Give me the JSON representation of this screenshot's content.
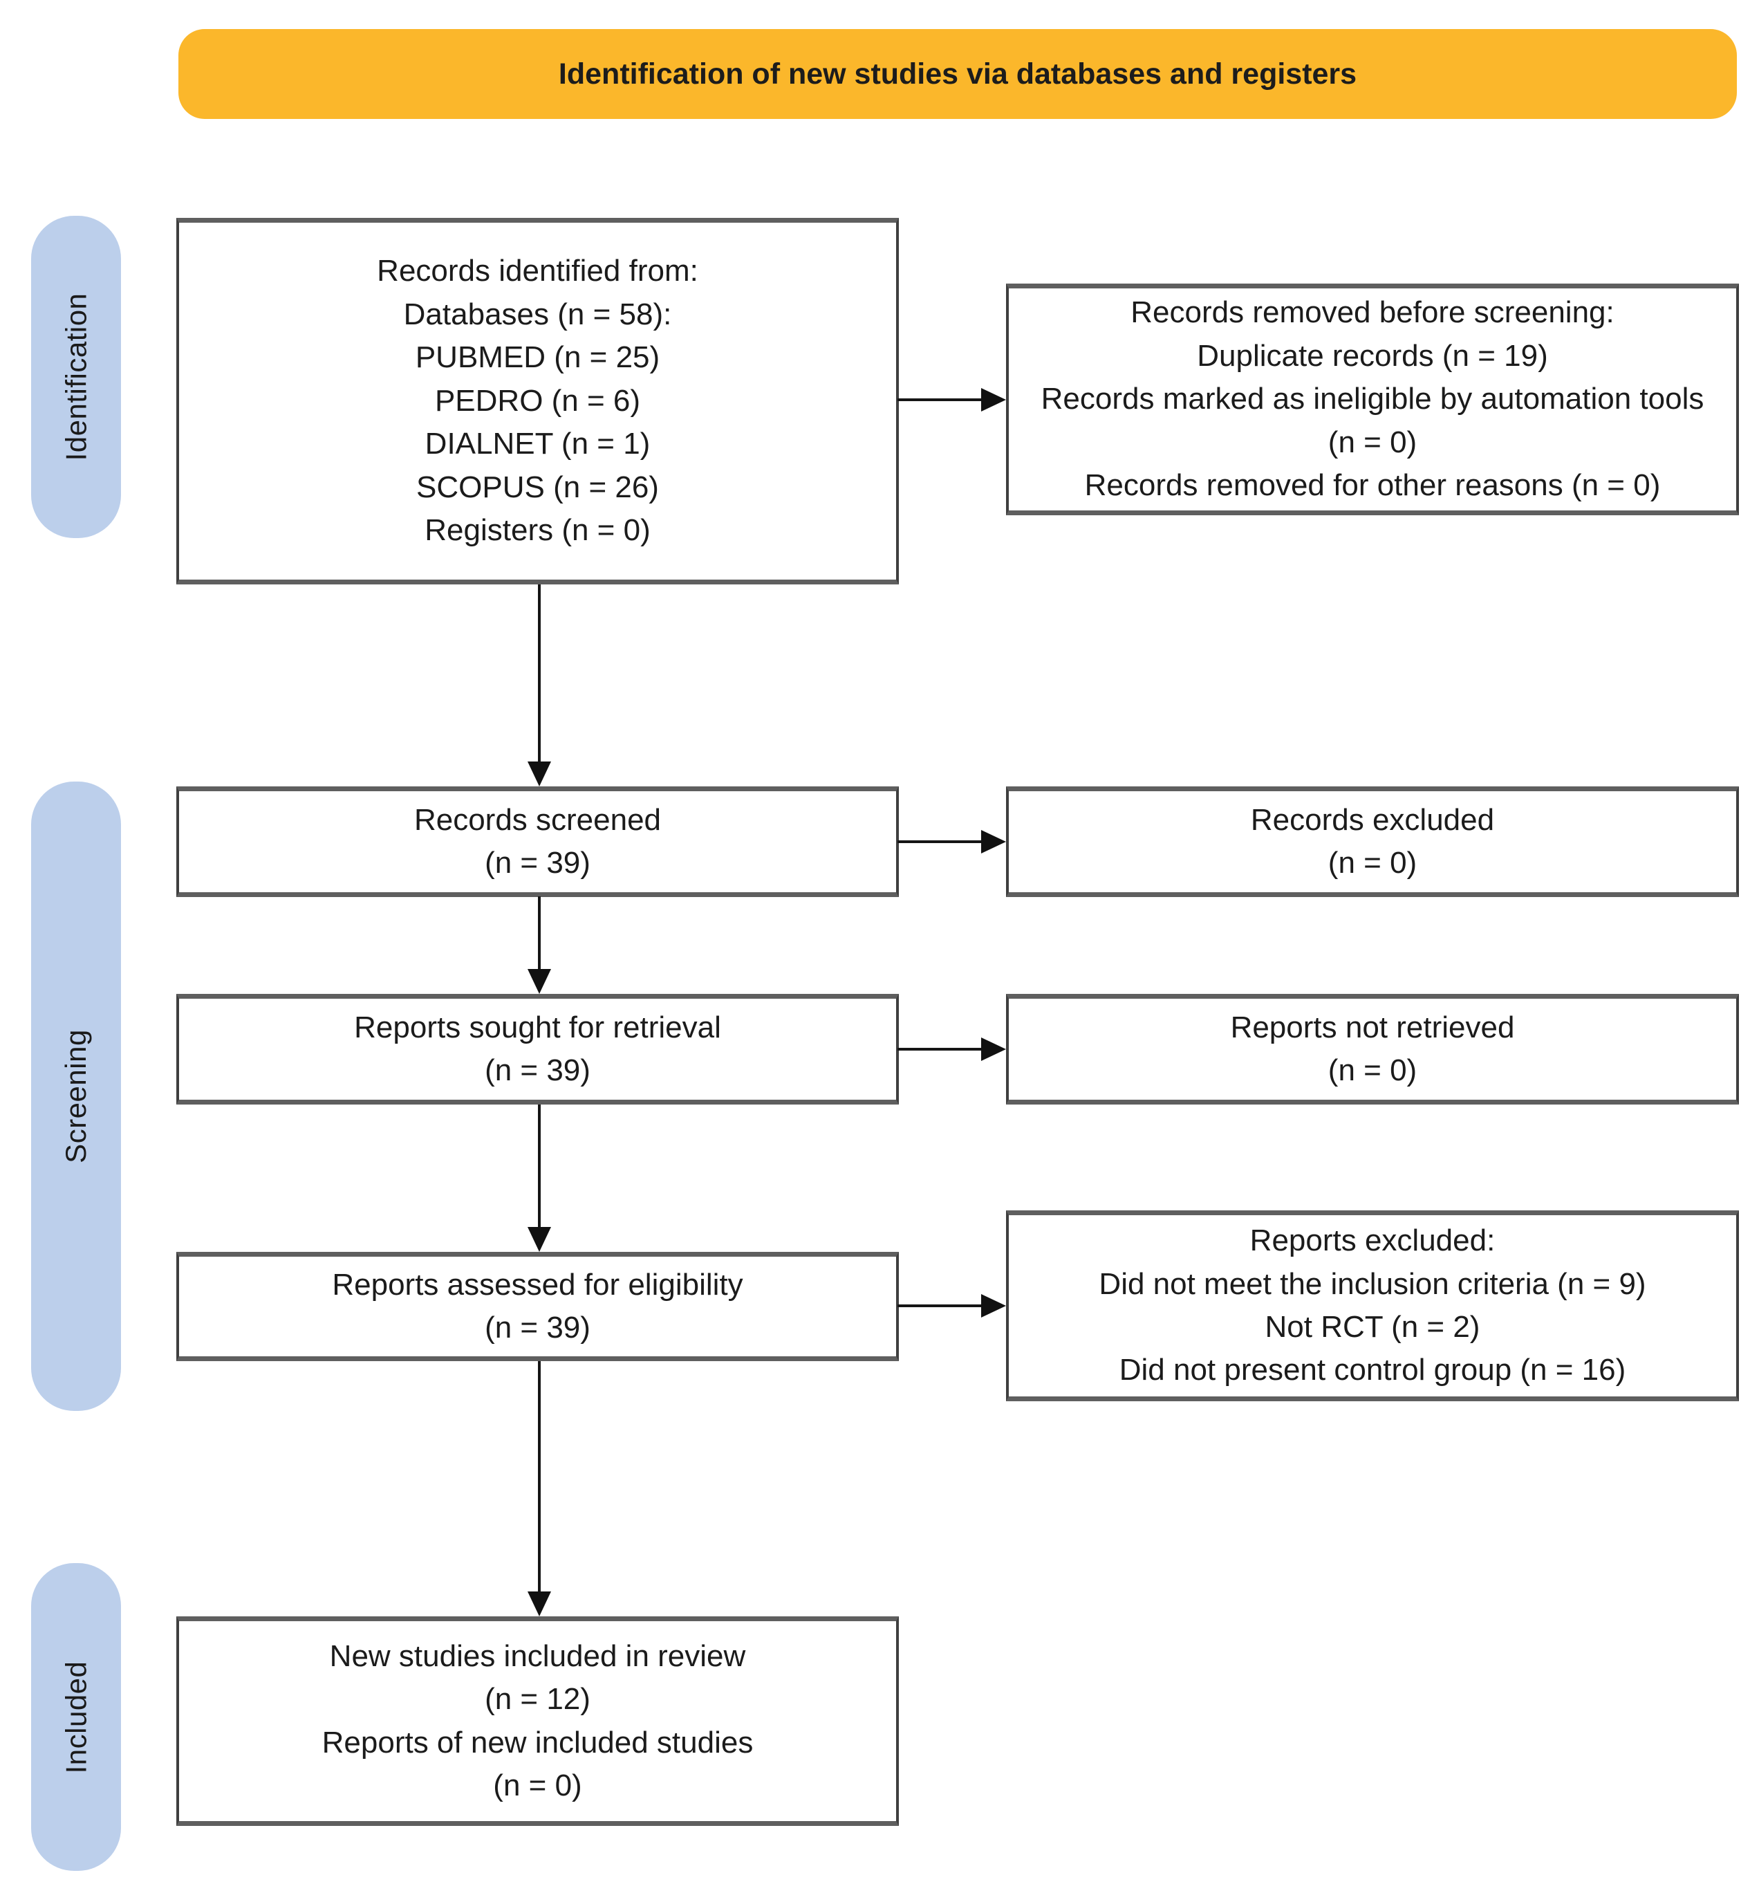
{
  "banner": {
    "title": "Identification of new studies via databases and registers"
  },
  "colors": {
    "banner_bg": "#FBB72B",
    "stage_bg": "#BCCFEB",
    "box_border": "#3f3f3f",
    "text": "#1b1b1b"
  },
  "stages": [
    {
      "label": "Identification"
    },
    {
      "label": "Screening"
    },
    {
      "label": "Included"
    }
  ],
  "boxes": {
    "records_identified": {
      "lines": [
        "Records identified from:",
        "Databases (n = 58):",
        "PUBMED (n = 25)",
        "PEDRO (n = 6)",
        "DIALNET (n = 1)",
        "SCOPUS (n = 26)",
        "Registers (n = 0)"
      ]
    },
    "records_removed": {
      "lines": [
        "Records removed before screening:",
        "Duplicate records (n = 19)",
        "Records marked as ineligible by automation tools (n = 0)",
        "Records removed for other reasons (n = 0)"
      ]
    },
    "records_screened": {
      "lines": [
        "Records screened",
        "(n = 39)"
      ]
    },
    "records_excluded": {
      "lines": [
        "Records excluded",
        "(n = 0)"
      ]
    },
    "reports_sought": {
      "lines": [
        "Reports sought for retrieval",
        "(n = 39)"
      ]
    },
    "reports_not_retrieved": {
      "lines": [
        "Reports not retrieved",
        "(n = 0)"
      ]
    },
    "reports_assessed": {
      "lines": [
        "Reports assessed for eligibility",
        "(n = 39)"
      ]
    },
    "reports_excluded": {
      "lines": [
        "Reports excluded:",
        "Did not meet the inclusion criteria (n = 9)",
        "Not RCT (n = 2)",
        "Did not present control group (n = 16)"
      ]
    },
    "new_studies_included": {
      "lines": [
        "New studies included in review",
        "(n = 12)",
        "Reports of new included studies",
        "(n = 0)"
      ]
    }
  }
}
